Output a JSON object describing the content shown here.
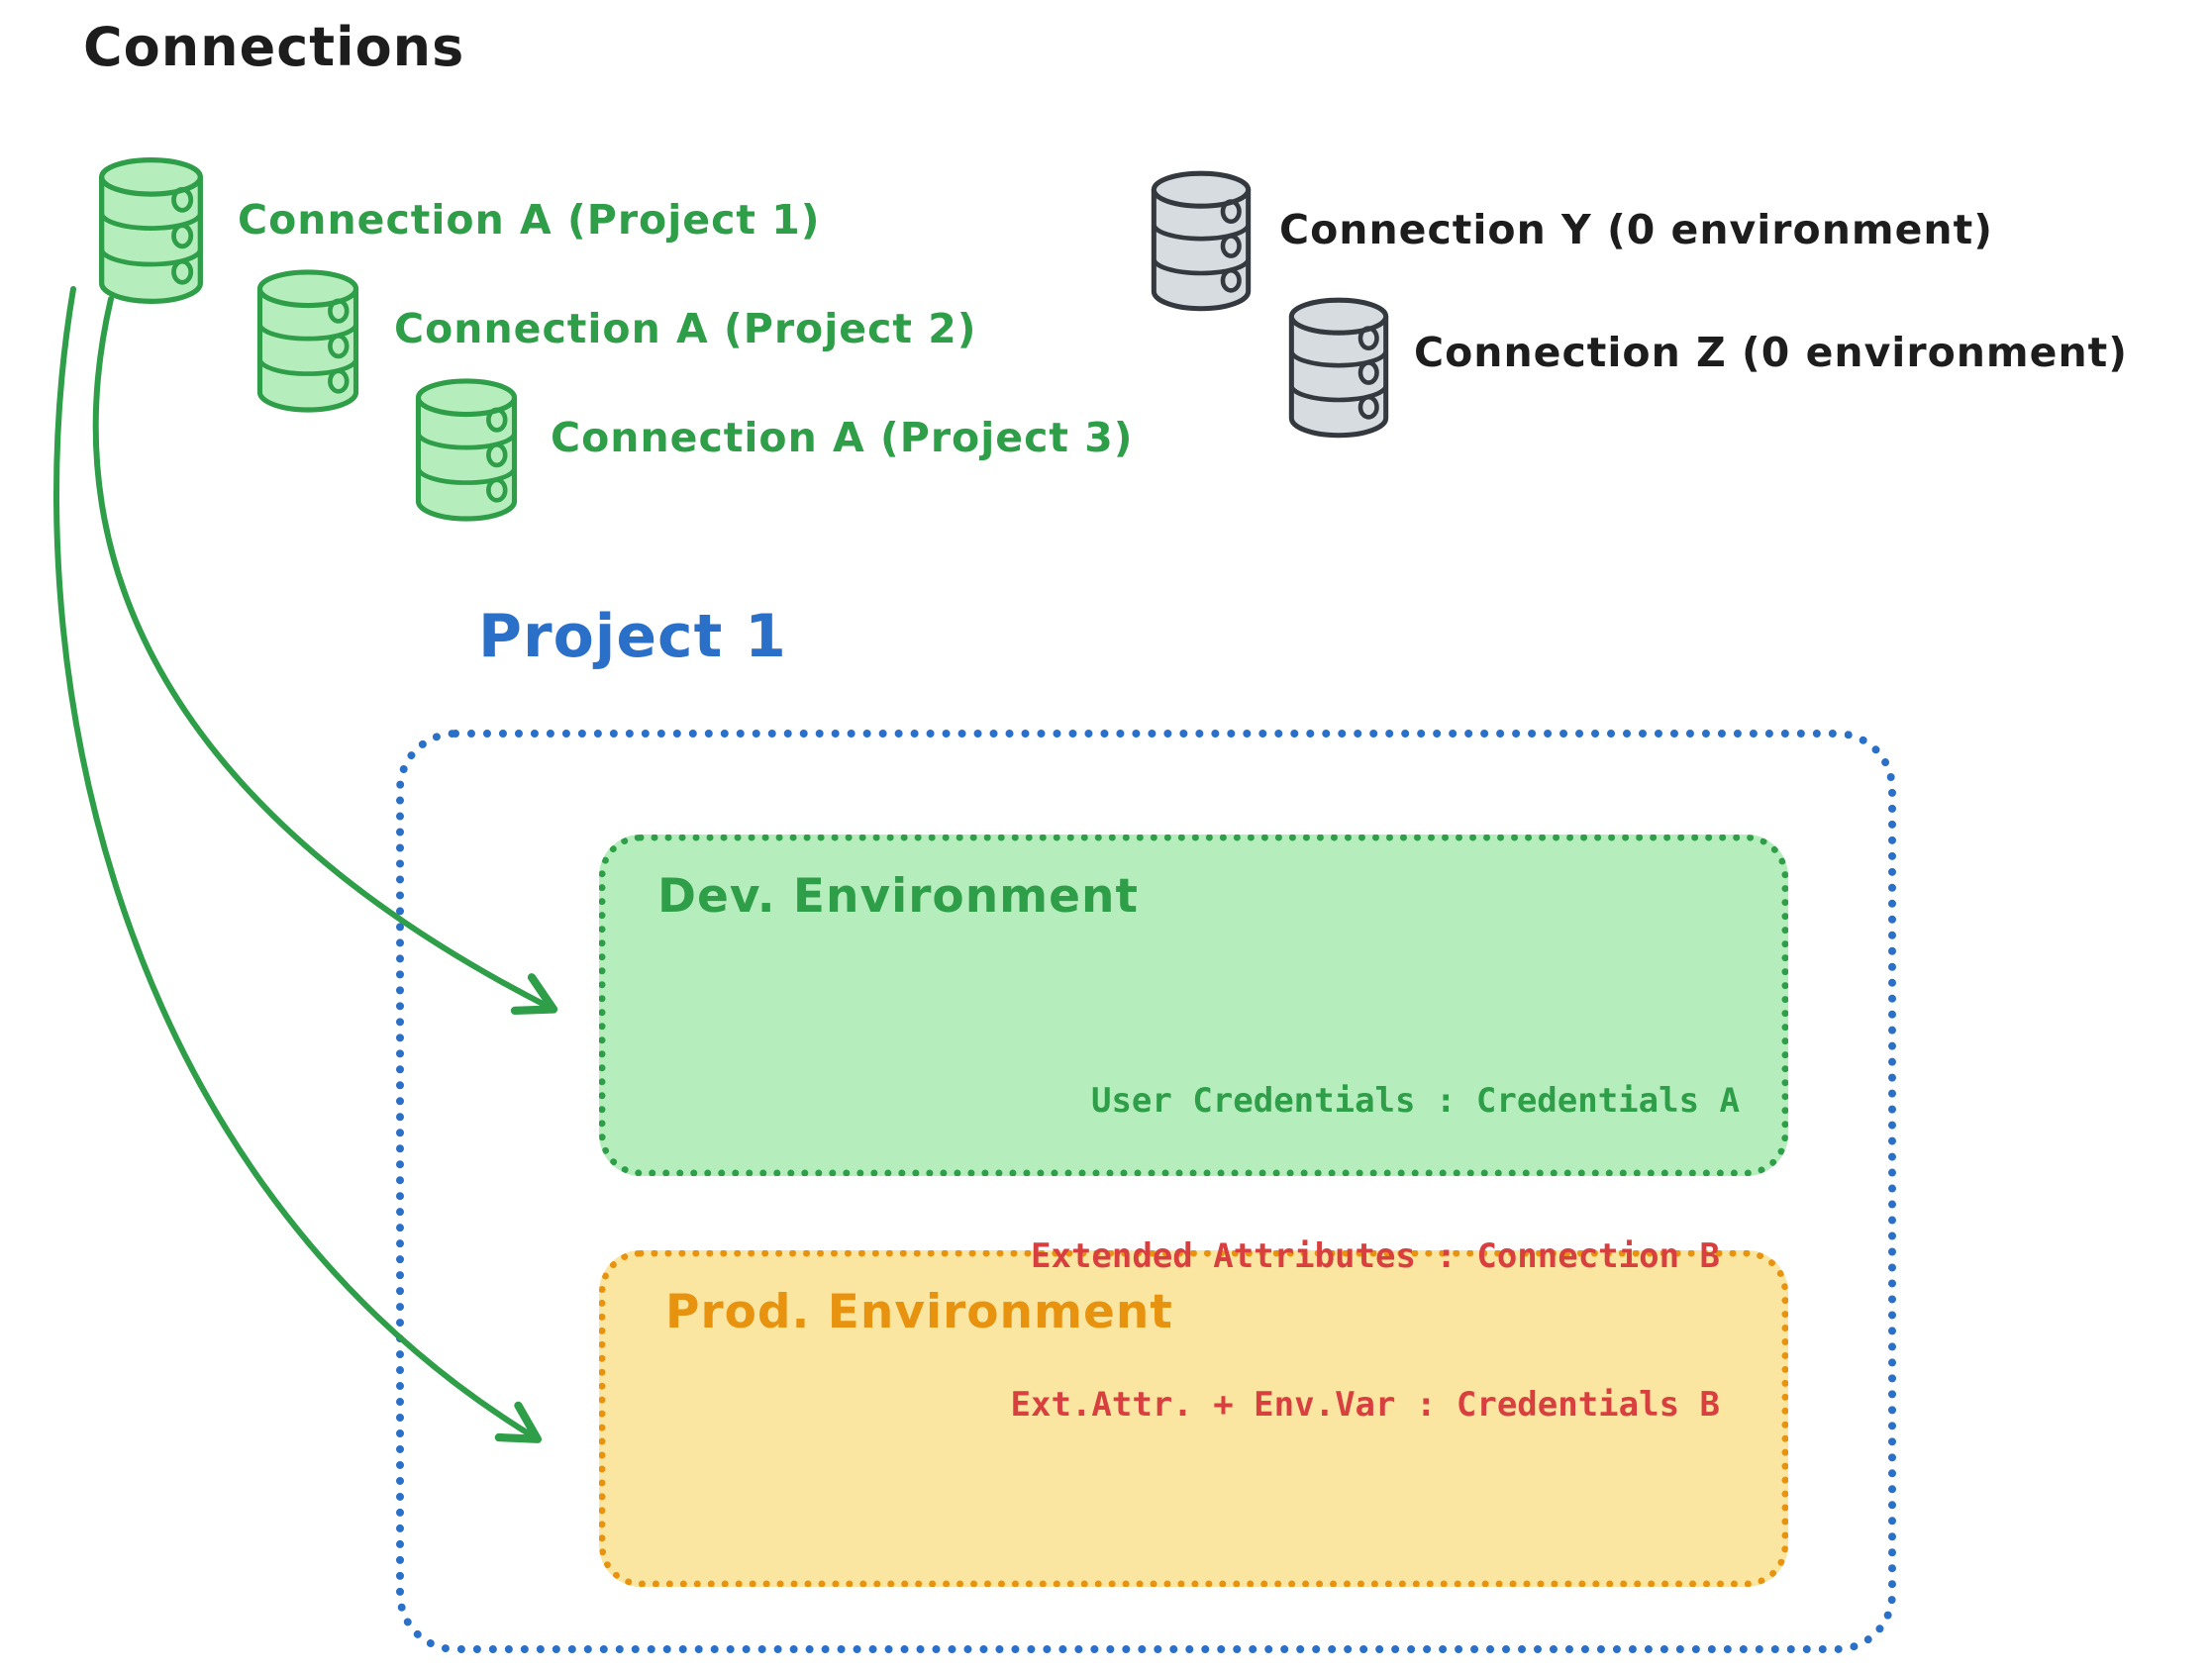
{
  "title": "Connections",
  "colors": {
    "green": "#2f9e48",
    "green_fill": "#b6edbd",
    "gray_fill": "#d7dce0",
    "dark": "#1d1d1d",
    "blue": "#2a6fc8",
    "orange": "#e8930f",
    "yellow_fill": "#fbe6a1",
    "red": "#d84040"
  },
  "connections": {
    "green": [
      {
        "label": "Connection A (Project 1)"
      },
      {
        "label": "Connection A (Project 2)"
      },
      {
        "label": "Connection A (Project 3)"
      }
    ],
    "gray": [
      {
        "label": "Connection Y (0 environment)"
      },
      {
        "label": "Connection Z (0 environment)"
      }
    ]
  },
  "project": {
    "title": "Project 1",
    "environments": [
      {
        "name": "Dev. Environment",
        "lines": [
          "User Credentials : Credentials A"
        ]
      },
      {
        "name": "Prod. Environment",
        "lines": [
          "Extended Attributes : Connection B",
          "Ext.Attr. + Env.Var : Credentials B"
        ]
      }
    ]
  }
}
